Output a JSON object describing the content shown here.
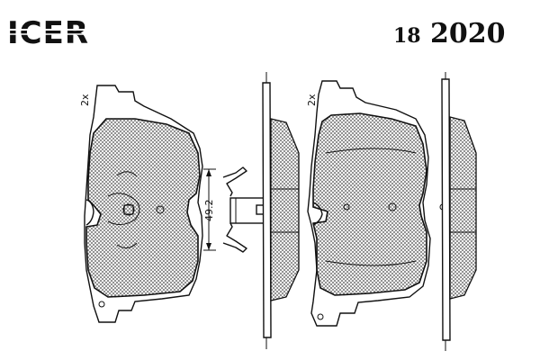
{
  "brand": "ICER",
  "part_number": {
    "prefix": "18",
    "number": "2020"
  },
  "quantity_label_left": "2x",
  "quantity_label_right": "2x",
  "dimension_label": "49.2",
  "colors": {
    "ink": "#111111",
    "background": "#ffffff"
  }
}
